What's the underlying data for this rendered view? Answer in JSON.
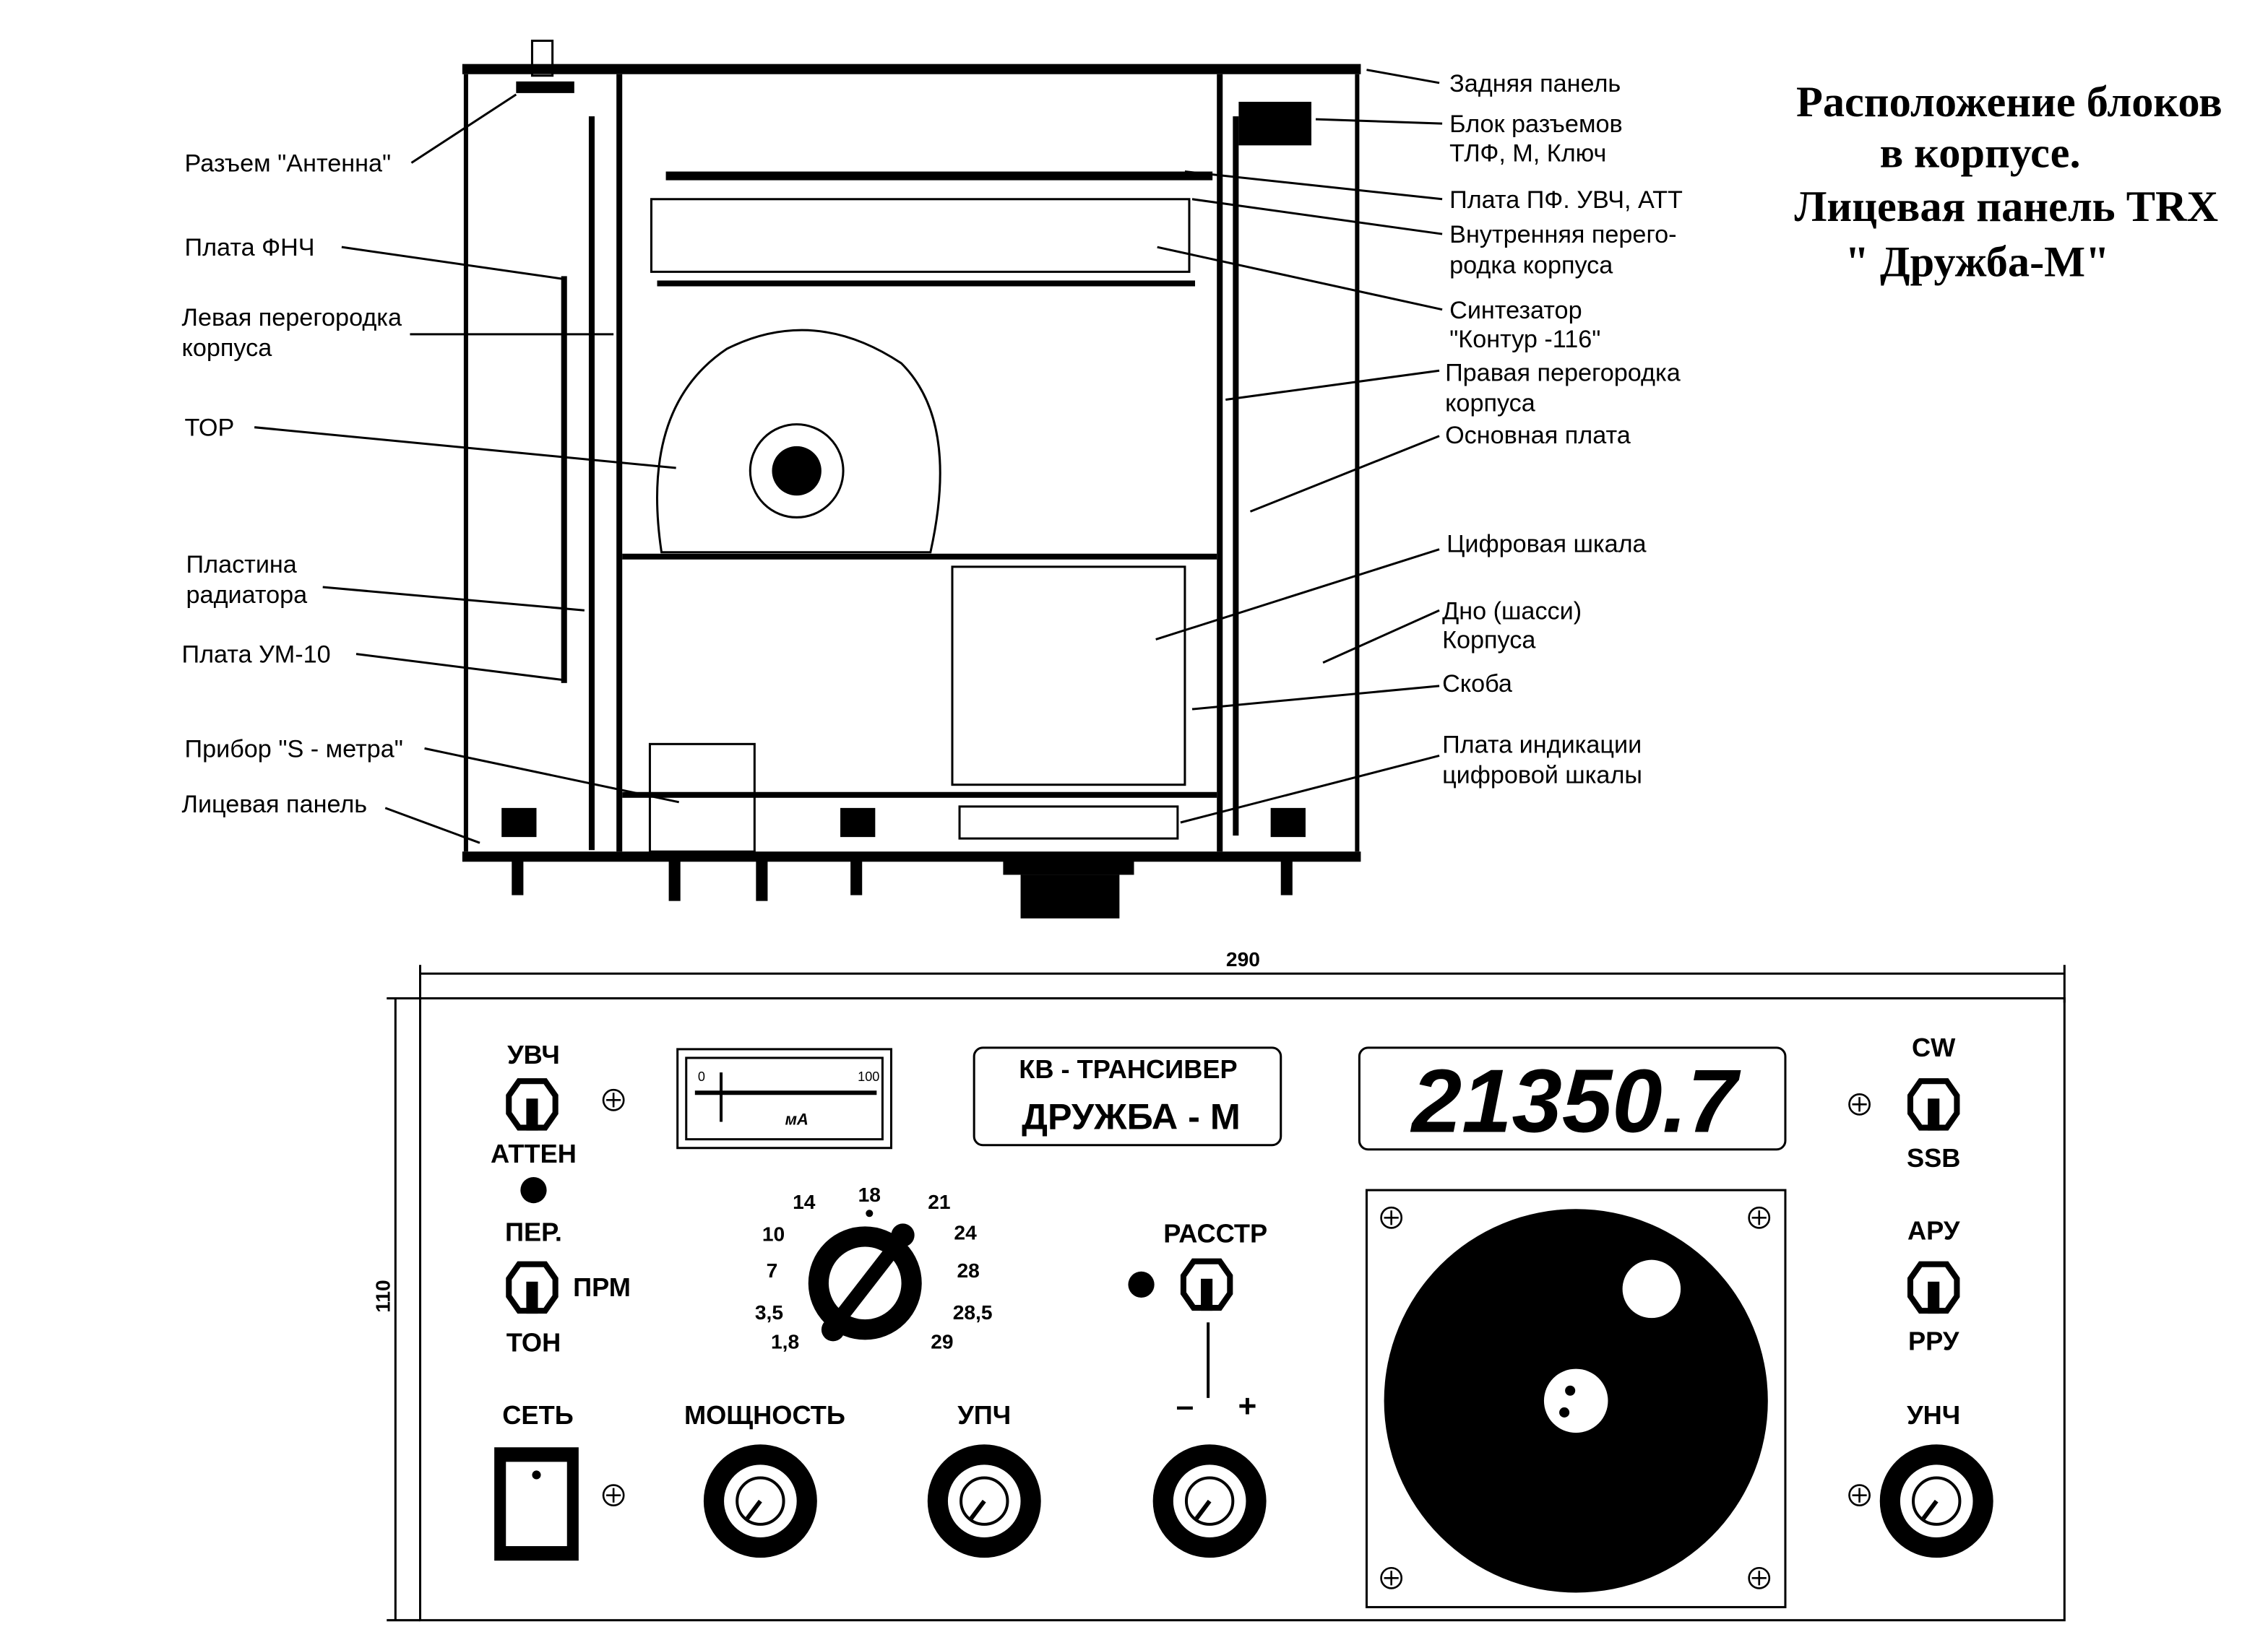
{
  "title": {
    "lines": [
      "Расположение блоков",
      "в корпусе.",
      "Лицевая панель TRX",
      "\" Дружба-М\""
    ]
  },
  "left_labels": [
    "Разъем \"Антенна\"",
    "Плата ФНЧ",
    "Левая перегородка",
    "корпуса",
    "ТОР",
    "Пластина",
    "радиатора",
    "Плата УМ-10",
    "Прибор \"S - метра\"",
    "Лицевая панель"
  ],
  "right_labels": [
    "Задняя панель",
    "Блок разъемов",
    "ТЛФ, М, Ключ",
    "Плата ПФ. УВЧ, АТТ",
    "Внутренняя перего-",
    "родка корпуса",
    "Синтезатор",
    "\"Контур -116\"",
    "Правая перегородка",
    "корпуса",
    "Основная плата",
    "Цифровая шкала",
    "Дно (шасси)",
    "Корпуса",
    "Скоба",
    "Плата индикации",
    "цифровой шкалы"
  ],
  "dimensions": {
    "width": "290",
    "height": "110"
  },
  "panel": {
    "uvch": "УВЧ",
    "atten": "АТТЕН",
    "per": "ПЕР.",
    "prm": "ПРМ",
    "ton": "ТОН",
    "set": "СЕТЬ",
    "meter_min": "0",
    "meter_max": "100",
    "meter_unit": "мА",
    "name_line1": "КВ - ТРАНСИВЕР",
    "name_line2": "ДРУЖБА - М",
    "frequency": "21350.7",
    "bands": [
      "14",
      "18",
      "21",
      "10",
      "24",
      "7",
      "28",
      "3,5",
      "28,5",
      "1,8",
      "29"
    ],
    "rasstr": "РАССТР",
    "minus": "–",
    "plus": "+",
    "moshch": "МОЩНОСТЬ",
    "upch": "УПЧ",
    "cw": "CW",
    "ssb": "SSB",
    "aru": "АРУ",
    "rru": "РРУ",
    "unch": "УНЧ"
  }
}
